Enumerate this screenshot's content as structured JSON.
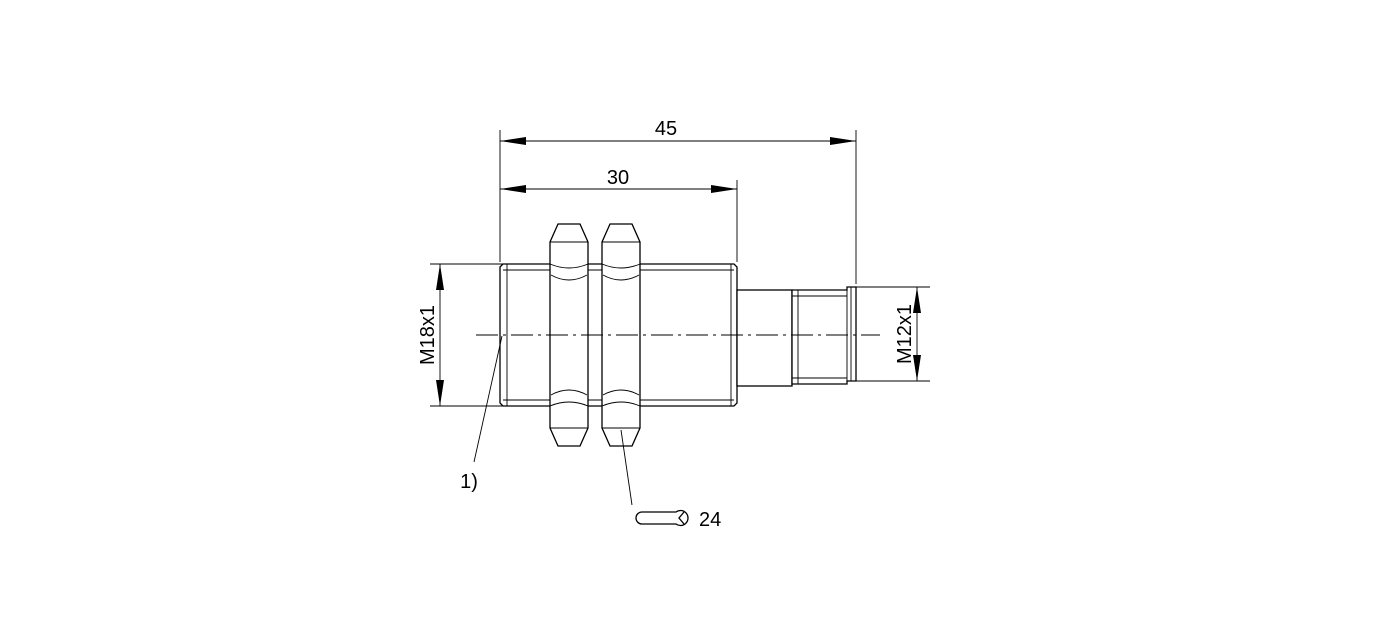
{
  "dimensions": {
    "overall_length": "45",
    "thread_length": "30",
    "main_thread": "M18x1",
    "connector_thread": "M12x1"
  },
  "callouts": {
    "note_ref": "1)",
    "wrench_size": "24"
  },
  "icons": {
    "wrench": "wrench-icon"
  },
  "colors": {
    "line": "#000000",
    "background": "#ffffff"
  }
}
